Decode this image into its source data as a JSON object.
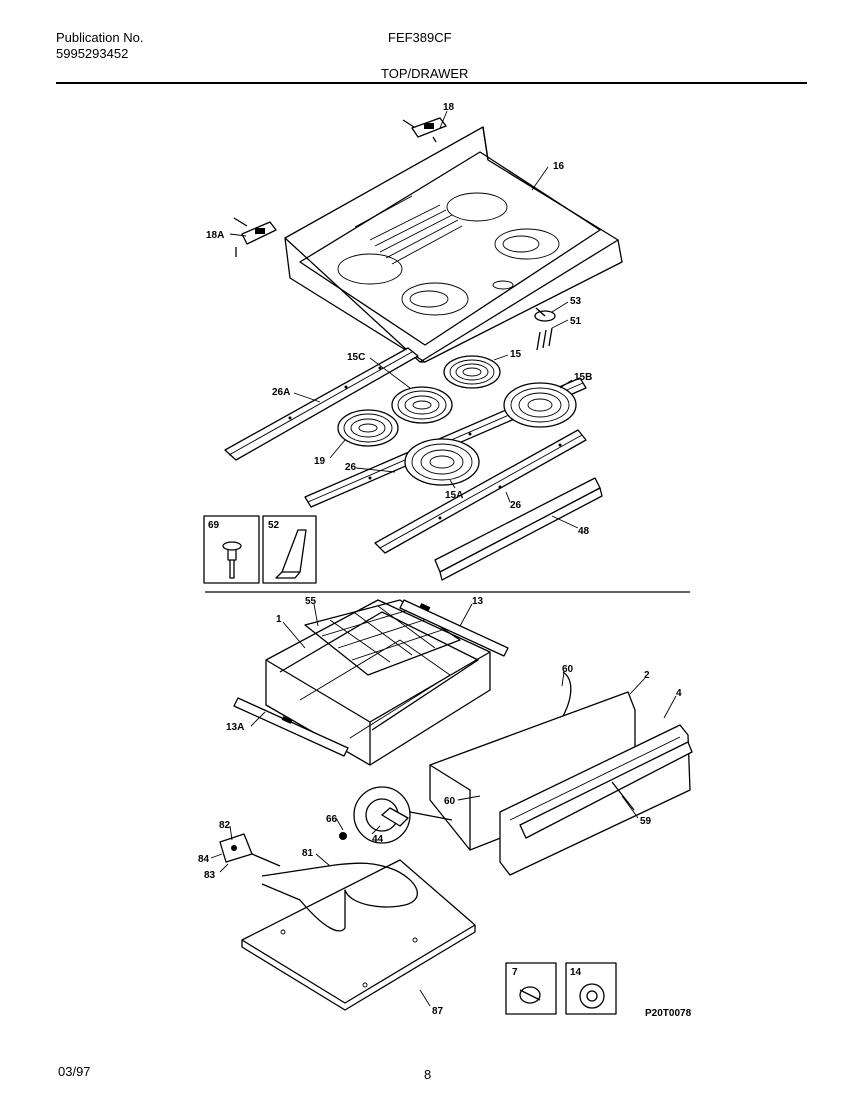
{
  "header": {
    "publication_label": "Publication No.",
    "publication_number": "5995293452",
    "model": "FEF389CF",
    "section": "TOP/DRAWER"
  },
  "footer": {
    "date": "03/97",
    "page": "8"
  },
  "diagram_code": "P20T0078",
  "callouts": [
    "18",
    "16",
    "18A",
    "53",
    "51",
    "15C",
    "15",
    "15B",
    "26A",
    "19",
    "26",
    "15A",
    "26",
    "48",
    "69",
    "52",
    "55",
    "13",
    "1",
    "13A",
    "60",
    "2",
    "4",
    "60",
    "59",
    "66",
    "44",
    "82",
    "84",
    "83",
    "81",
    "7",
    "14",
    "87"
  ]
}
